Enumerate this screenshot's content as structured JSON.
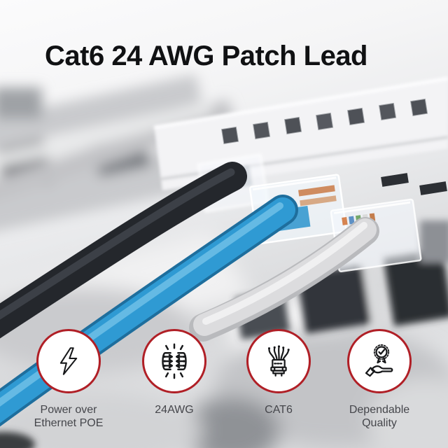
{
  "title": "Cat6 24 AWG Patch Lead",
  "features": [
    {
      "id": "poe",
      "icon": "lightning-bolt-icon",
      "label": "Power over Ethernet POE"
    },
    {
      "id": "awg",
      "icon": "connector-pins-icon",
      "label": "24AWG"
    },
    {
      "id": "cat6",
      "icon": "cable-strands-icon",
      "label": "CAT6"
    },
    {
      "id": "quality",
      "icon": "medal-in-hand-icon",
      "label": "Dependable Quality"
    }
  ],
  "colors": {
    "accent_red": "#b01f26",
    "title": "#101113",
    "label": "#45464b",
    "cable_blue": "#2f9ad3",
    "cable_black": "#24272c",
    "cable_gray": "#dcdcde"
  },
  "photo": {
    "description": "Close-up of black, blue and gray Cat6 patch cables with clear RJ45 connectors plugged into a white network patch panel",
    "cables": [
      "black",
      "blue",
      "gray"
    ]
  }
}
